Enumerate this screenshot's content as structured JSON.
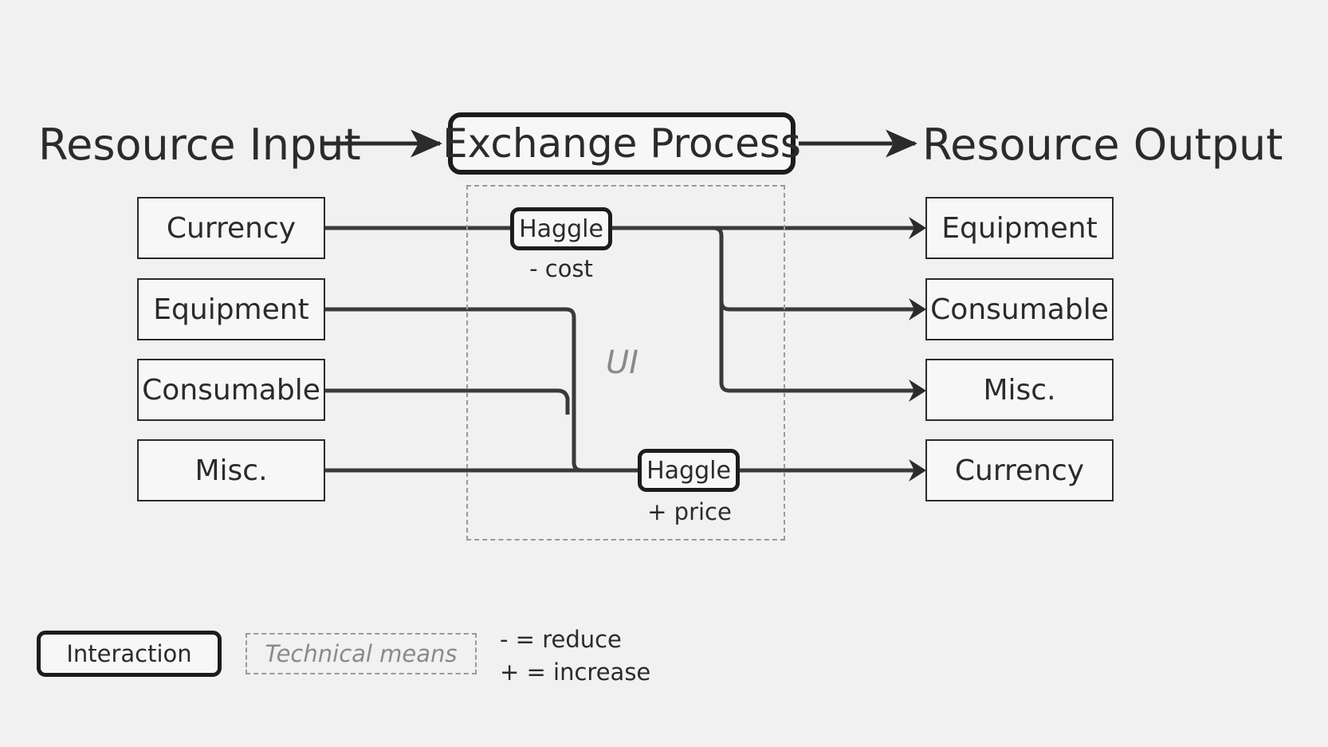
{
  "headings": {
    "input": "Resource Input",
    "output": "Resource Output"
  },
  "process": {
    "title": "Exchange Process"
  },
  "technical_region": {
    "label": "UI"
  },
  "inputs": [
    {
      "label": "Currency"
    },
    {
      "label": "Equipment"
    },
    {
      "label": "Consumable"
    },
    {
      "label": "Misc."
    }
  ],
  "outputs": [
    {
      "label": "Equipment"
    },
    {
      "label": "Consumable"
    },
    {
      "label": "Misc."
    },
    {
      "label": "Currency"
    }
  ],
  "interactions": [
    {
      "label": "Haggle",
      "effect": "- cost"
    },
    {
      "label": "Haggle",
      "effect": "+ price"
    }
  ],
  "legend": {
    "interaction": "Interaction",
    "technical_means": "Technical means",
    "reduce": "-  = reduce",
    "increase": "+ = increase"
  },
  "colors": {
    "background": "#f1f1f1",
    "ink": "#2b2b2b",
    "strong_ink": "#1c1c1c",
    "muted": "#8a8a8a",
    "dashed": "#9a9a9a",
    "node_fill": "#f7f7f7"
  }
}
